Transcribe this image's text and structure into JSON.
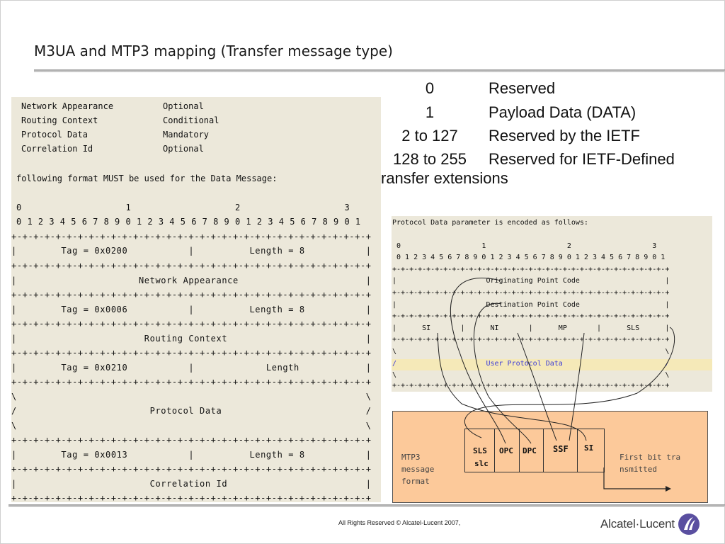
{
  "slide": {
    "title": "M3UA and MTP3 mapping (Transfer message type)",
    "footer": "All Rights Reserved © Alcatel-Lucent 2007,",
    "logo_text": "Alcatel·Lucent",
    "colors": {
      "panel": "#ece8da",
      "mtp_box": "#fcc99a",
      "highlight": "#f5e9b8",
      "user_data_text": "#3b3bd8"
    }
  },
  "message_types": {
    "rows": [
      {
        "value": "0",
        "desc": "Reserved"
      },
      {
        "value": "1",
        "desc": "Payload Data (DATA)"
      },
      {
        "value": "2 to 127",
        "desc": "Reserved by the IETF"
      },
      {
        "value": "128 to 255",
        "desc": "Reserved for IETF-Defined"
      }
    ],
    "continuation": "ransfer extensions"
  },
  "data_message": {
    "params": [
      {
        "name": "Network Appearance",
        "status": "Optional"
      },
      {
        "name": "Routing Context",
        "status": "Conditional"
      },
      {
        "name": "Protocol Data",
        "status": "Mandatory"
      },
      {
        "name": "Correlation Id",
        "status": "Optional"
      }
    ],
    "format_intro": "following format MUST be used for the Data Message:",
    "ruler_tens": "0                   1                   2                   3",
    "ruler_bits": "0 1 2 3 4 5 6 7 8 9 0 1 2 3 4 5 6 7 8 9 0 1 2 3 4 5 6 7 8 9 0 1",
    "separator": "+-+-+-+-+-+-+-+-+-+-+-+-+-+-+-+-+-+-+-+-+-+-+-+-+-+-+-+-+-+-+-+-+",
    "rows": [
      "|        Tag = 0x0200           |          Length = 8           |",
      "|                      Network Appearance                       |",
      "|        Tag = 0x0006           |          Length = 8           |",
      "|                       Routing Context                         |",
      "|        Tag = 0x0210           |             Length            |",
      "\\                                                               \\",
      "/                        Protocol Data                          /",
      "\\                                                               \\",
      "|        Tag = 0x0013           |          Length = 8           |",
      "|                        Correlation Id                         |"
    ]
  },
  "protocol_data": {
    "intro": "Protocol Data parameter is encoded as follows:",
    "ruler_tens": "0                   1                   2                   3",
    "ruler_bits": "0 1 2 3 4 5 6 7 8 9 0 1 2 3 4 5 6 7 8 9 0 1 2 3 4 5 6 7 8 9 0 1",
    "separator": "+-+-+-+-+-+-+-+-+-+-+-+-+-+-+-+-+-+-+-+-+-+-+-+-+-+-+-+-+-+-+-+-+",
    "row_opc": "|                     Originating Point Code                    |",
    "row_dpc": "|                     Destination Point Code                    |",
    "row_si": "|      SI       |      NI       |      MP       |      SLS      |",
    "row_up_top": "\\                                                               \\",
    "row_up_mid": "/                     User Protocol Data                        /",
    "row_up_bot": "\\                                                               \\"
  },
  "mtp3": {
    "label": "MTP3\nmessage\nformat",
    "first_bit": "First bit transmitted",
    "fields": {
      "sls": "SLS",
      "slc": "slc",
      "opc": "OPC",
      "dpc": "DPC",
      "ssf": "SSF",
      "si": "SI"
    }
  }
}
